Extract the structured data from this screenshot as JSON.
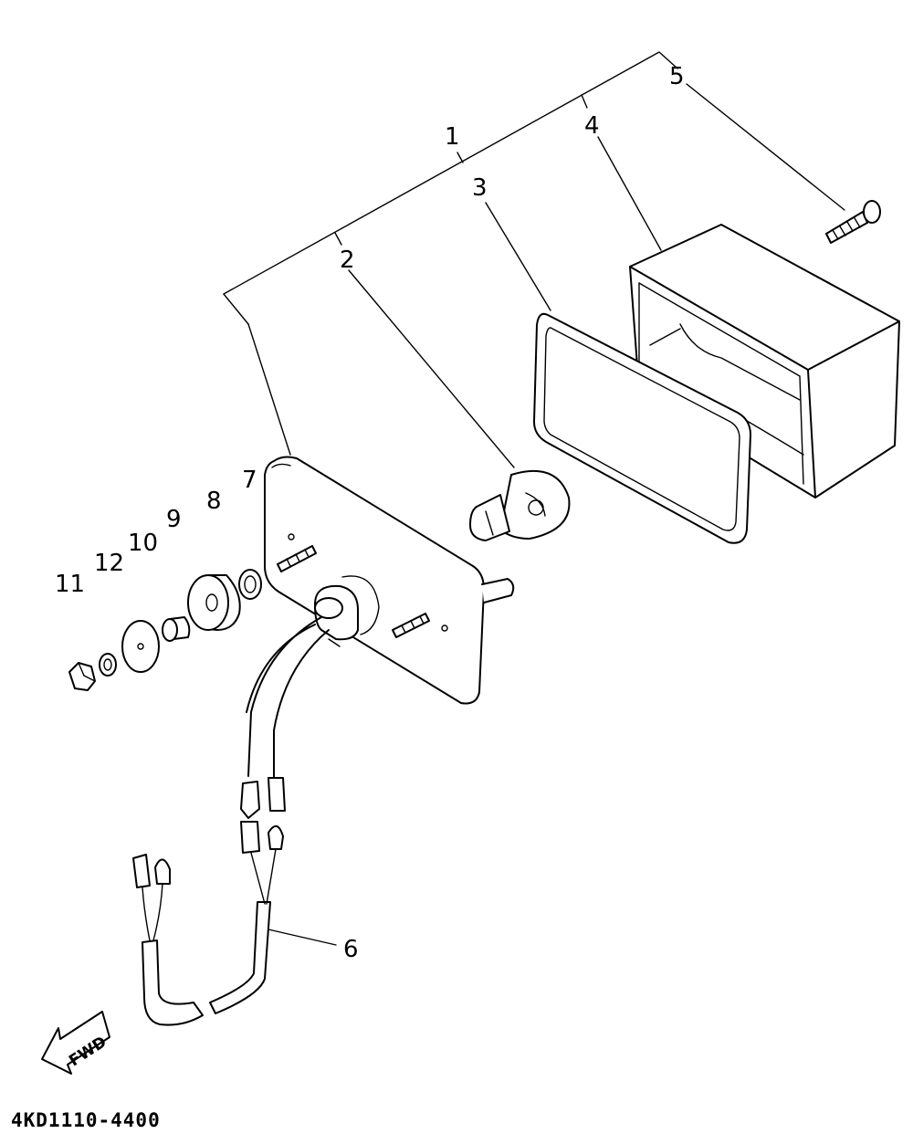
{
  "diagram": {
    "drawing_code": "4KD1110-4400",
    "direction_label": "FWD",
    "callouts": [
      "1",
      "2",
      "3",
      "4",
      "5",
      "6",
      "7",
      "8",
      "9",
      "10",
      "11",
      "12"
    ]
  }
}
